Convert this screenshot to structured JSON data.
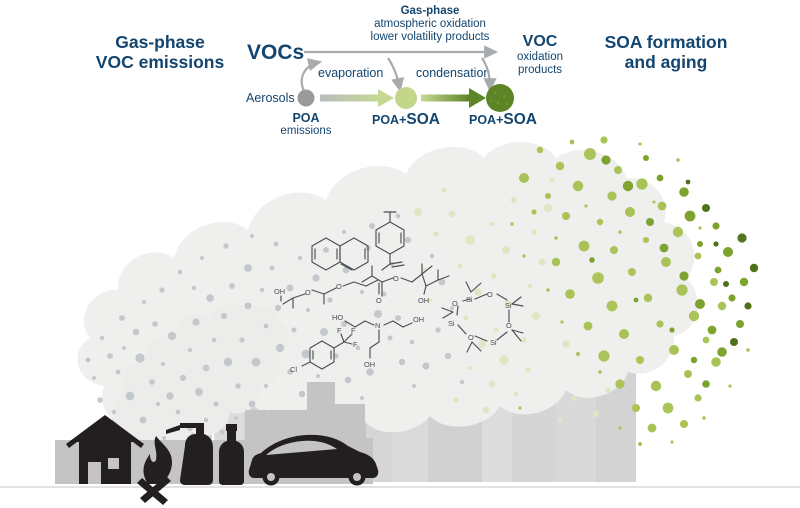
{
  "figure": {
    "title_left": {
      "line1": "Gas-phase",
      "line2": "VOC emissions"
    },
    "title_right": {
      "line1": "SOA formation",
      "line2": "and aging"
    }
  },
  "schematic": {
    "gas_phase_block": {
      "line1": "Gas-phase",
      "line2": "atmospheric oxidation",
      "line3": "lower volatility products"
    },
    "vocs_label": "VOCs",
    "voc_products": {
      "line1": "VOC",
      "line2": "oxidation",
      "line3": "products"
    },
    "aerosols_label": "Aerosols",
    "process_evaporation": "evaporation",
    "process_condensation": "condensation",
    "stages": [
      {
        "id": "poa",
        "label_line1": "POA",
        "label_line2": "emissions",
        "color": "#9a9a9a",
        "emphasis": "small"
      },
      {
        "id": "poa-soa-1",
        "label_line1": "POA+SOA",
        "label_line2": "",
        "color": "#c3d68a",
        "emphasis": "medium"
      },
      {
        "id": "poa-soa-2",
        "label_line1": "POA+SOA",
        "label_line2": "",
        "color": "#5d8526",
        "emphasis": "large"
      }
    ],
    "arrow_color_start": "#b9bcbd",
    "arrow_color_mid": "#c5d894",
    "arrow_color_end": "#5d8526",
    "curve_arrow_color": "#a8abad"
  },
  "plume": {
    "cloud_fill": "#efefed",
    "gray_particle_color": "#c3c8cc",
    "green_light_color": "#cdda9a",
    "green_mid_color": "#9fbf4a",
    "green_dark_color": "#5d8526",
    "description": "smog plume with particles transitioning from gray to green"
  },
  "city": {
    "building_color": "#c4c4c4",
    "building_color_light": "#d9d9d9",
    "ground_line_color": "#d8d8d8",
    "source_icons": [
      "house-icon",
      "campfire-icon",
      "spray-bottle-icon",
      "bottle-icon",
      "car-icon"
    ],
    "icon_color": "#231f20"
  },
  "molecules": [
    {
      "name": "naphthalene",
      "atoms": []
    },
    {
      "name": "4-methyl-alpha-methylstyrene",
      "atoms": []
    },
    {
      "name": "texanol-ester-alcohol",
      "atoms": [
        "O",
        "O",
        "OH"
      ]
    },
    {
      "name": "dipropylene-glycol-monopropyl-ether",
      "atoms": [
        "OH",
        "O",
        "O"
      ]
    },
    {
      "name": "triethanolamine",
      "atoms": [
        "HO",
        "N",
        "OH",
        "OH"
      ]
    },
    {
      "name": "4-chlorobenzotrifluoride",
      "atoms": [
        "Cl",
        "F",
        "F",
        "F"
      ]
    },
    {
      "name": "octamethylcyclotetrasiloxane",
      "atoms": [
        "Si",
        "Si",
        "Si",
        "Si",
        "O",
        "O",
        "O",
        "O"
      ]
    }
  ]
}
